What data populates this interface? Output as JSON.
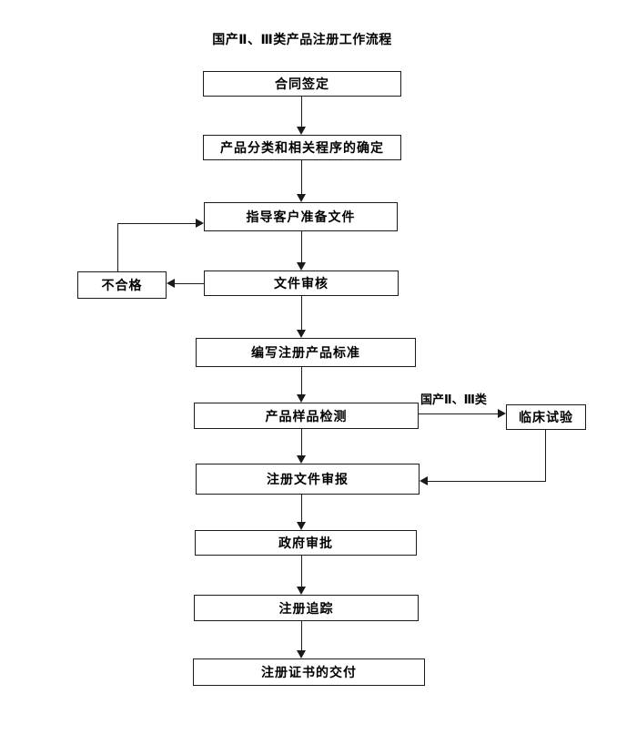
{
  "page": {
    "title": "国产Ⅱ、Ⅲ类产品注册工作流程"
  },
  "nodes": {
    "contract": {
      "label": "合同签定"
    },
    "classification": {
      "label": "产品分类和相关程序的确定"
    },
    "guide_docs": {
      "label": "指导客户准备文件"
    },
    "doc_review": {
      "label": "文件审核"
    },
    "unqualified": {
      "label": "不合格"
    },
    "write_standard": {
      "label": "编写注册产品标准"
    },
    "sample_testing": {
      "label": "产品样品检测"
    },
    "clinical_trial": {
      "label": "临床试验"
    },
    "doc_submission": {
      "label": "注册文件审报"
    },
    "gov_approval": {
      "label": "政府审批"
    },
    "reg_tracking": {
      "label": "注册追踪"
    },
    "cert_delivery": {
      "label": "注册证书的交付"
    }
  },
  "edges": {
    "testing_to_clinical_label": "国产Ⅱ、Ⅲ类"
  },
  "colors": {
    "line": "#1a1a1a",
    "border": "#1a1a1a",
    "text": "#000000",
    "bg": "#ffffff"
  }
}
